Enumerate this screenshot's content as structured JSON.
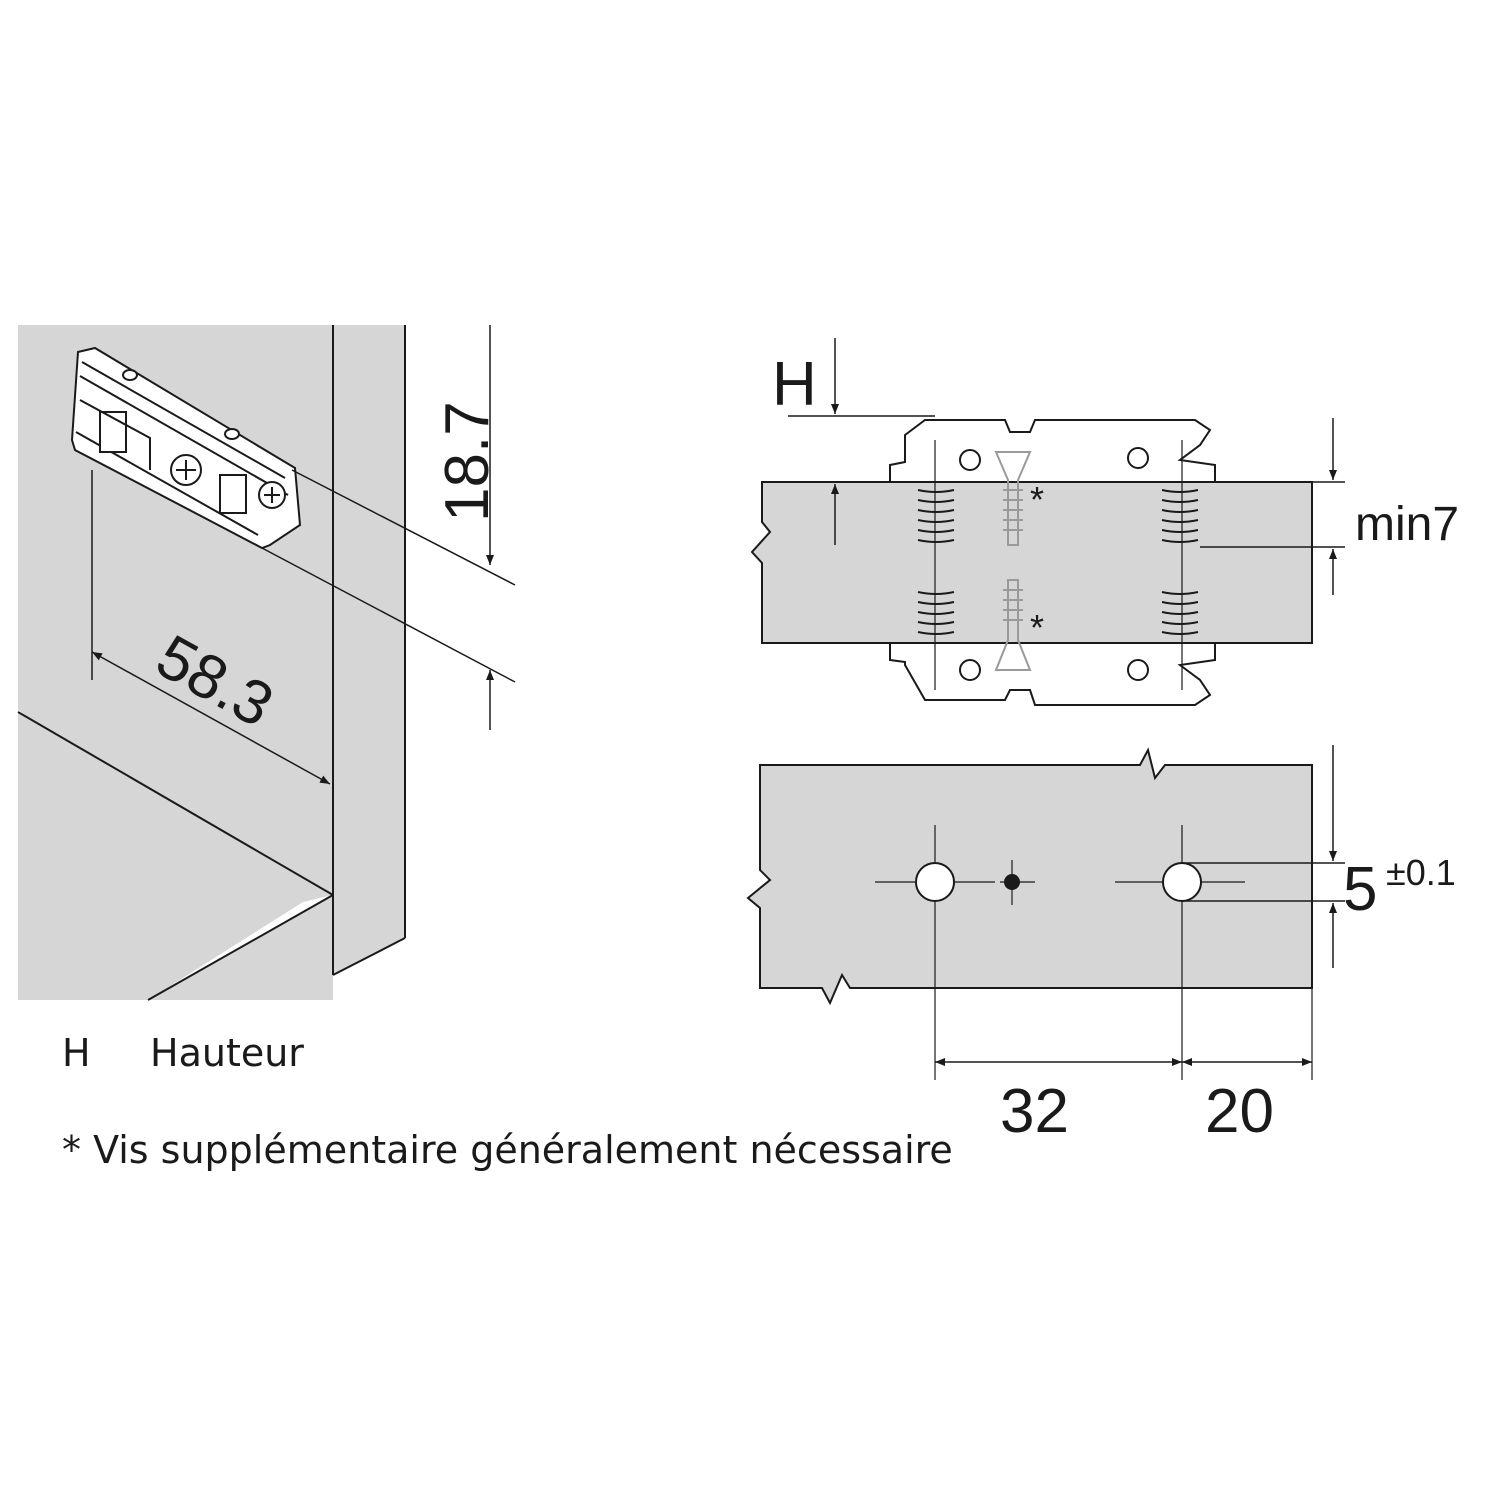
{
  "colors": {
    "panel": "#d6d6d6",
    "line": "#1a1a1a",
    "background": "#ffffff"
  },
  "perspective_view": {
    "dim_height": "18.7",
    "dim_depth": "58.3"
  },
  "section_view": {
    "label_H": "H",
    "dim_min": "min7",
    "mark_1": "*",
    "mark_2": "*"
  },
  "drilling_view": {
    "dim_offset": "5",
    "dim_tolerance": "±0.1",
    "dim_spacing": "32",
    "dim_edge": "20"
  },
  "legend": {
    "h_key": "H",
    "h_text": "Hauteur",
    "footnote": "* Vis supplémentaire généralement nécessaire"
  }
}
